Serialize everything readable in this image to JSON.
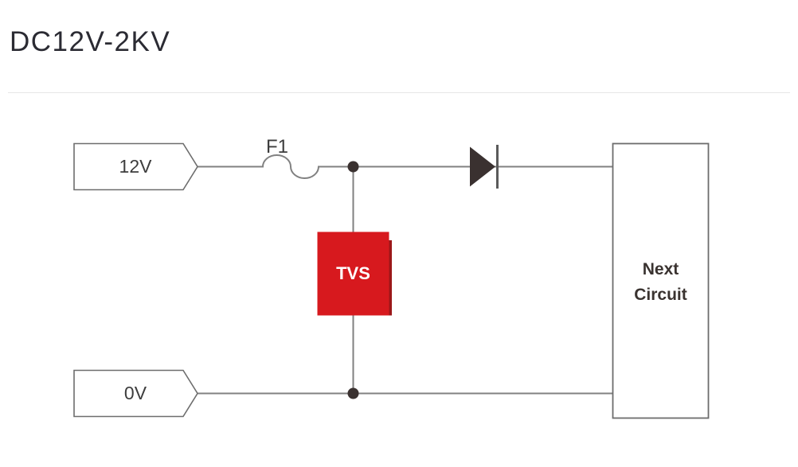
{
  "page": {
    "title": "DC12V-2KV"
  },
  "diagram": {
    "input_positive_label": "12V",
    "input_negative_label": "0V",
    "fuse_label": "F1",
    "tvs_label": "TVS",
    "next_circuit_label_line1": "Next",
    "next_circuit_label_line2": "Circuit",
    "colors": {
      "tvs_fill": "#d7191e",
      "tvs_text": "#ffffff",
      "wire": "#818181",
      "dark_component": "#3a3130",
      "box_stroke": "#6d6d6d",
      "label_text": "#3d3d3d",
      "title_text": "#2b2b33",
      "divider": "#e7e7e7",
      "background": "#ffffff"
    }
  }
}
